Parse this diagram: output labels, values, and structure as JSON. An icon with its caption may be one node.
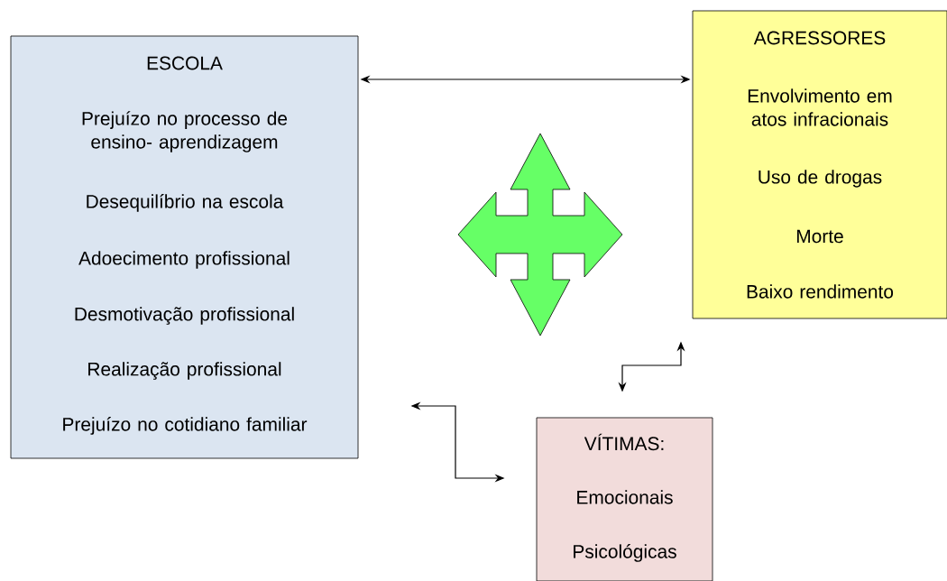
{
  "diagram": {
    "nodes": [
      {
        "text": [
          "ESCOLA",
          "Prejuízo no processo de ensino- aprendizagem",
          "Desequilíbrio na escola",
          "Adoecimento profissional",
          "Desmotivação profissional",
          "Realização profissional",
          "Prejuízo no cotidiano familiar"
        ]
      },
      {
        "text": [
          "AGRESSORES",
          "Envolvimento em atos infracionais",
          "Uso de drogas",
          "Morte",
          "Baixo rendimento"
        ]
      },
      {
        "text": [
          "VÍTIMAS:",
          "Emocionais",
          "Psicológicas"
        ]
      }
    ],
    "edges": [
      {
        "from": 0,
        "to": 1,
        "arrow": "both"
      },
      {
        "from": 0,
        "to": 2,
        "arrow": "both"
      },
      {
        "from": 1,
        "to": 2,
        "arrow": "both"
      }
    ]
  }
}
